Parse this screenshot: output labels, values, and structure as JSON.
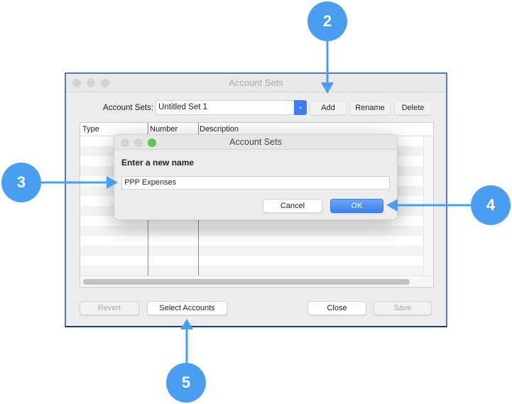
{
  "window": {
    "title": "Account Sets",
    "account_sets_label": "Account Sets:",
    "selected_set": "Untitled Set 1",
    "add": "Add",
    "rename": "Rename",
    "delete": "Delete",
    "columns": [
      "Type",
      "Number",
      "Description"
    ],
    "revert": "Revert",
    "select_accounts": "Select Accounts",
    "close": "Close",
    "save": "Save"
  },
  "dialog": {
    "title": "Account Sets",
    "heading": "Enter a new name",
    "name_value": "PPP Expenses",
    "cancel": "Cancel",
    "ok": "OK"
  },
  "callouts": [
    "2",
    "3",
    "4",
    "5"
  ],
  "colors": {
    "callout": "#4a9ef2",
    "ok_button": "#4a8ff0"
  }
}
